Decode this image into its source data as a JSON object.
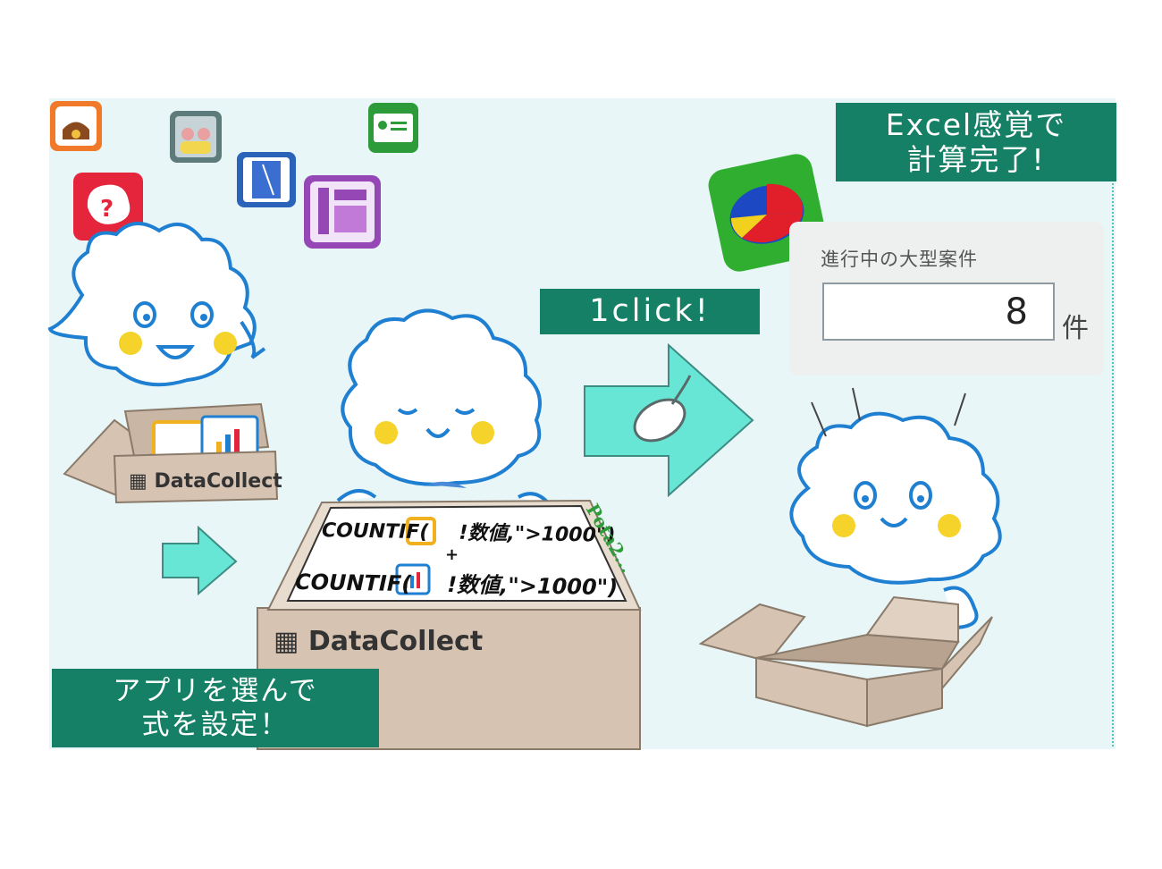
{
  "labels": {
    "excel_line1": "Excel感覚で",
    "excel_line2": "計算完了!",
    "click": "1click!",
    "app_line1": "アプリを選んで",
    "app_line2": "式を設定！"
  },
  "box_brand": "DataCollect",
  "formula": {
    "line1_prefix": "COUNTIF(",
    "line1_suffix": "!数値,\">1000\")",
    "plus": "+",
    "line2_prefix": "COUNTIF(",
    "line2_suffix": "!数値,\">1000\")",
    "handwriting": "Pota2..."
  },
  "result": {
    "title": "進行中の大型案件",
    "value": "8",
    "unit": "件"
  },
  "colors": {
    "accent_green": "#158066",
    "arrow_mint": "#67e6d6",
    "cloud_outline": "#1f7fd1",
    "box_tan": "#d6c3b2",
    "panel_bg": "#e9f6f8"
  }
}
